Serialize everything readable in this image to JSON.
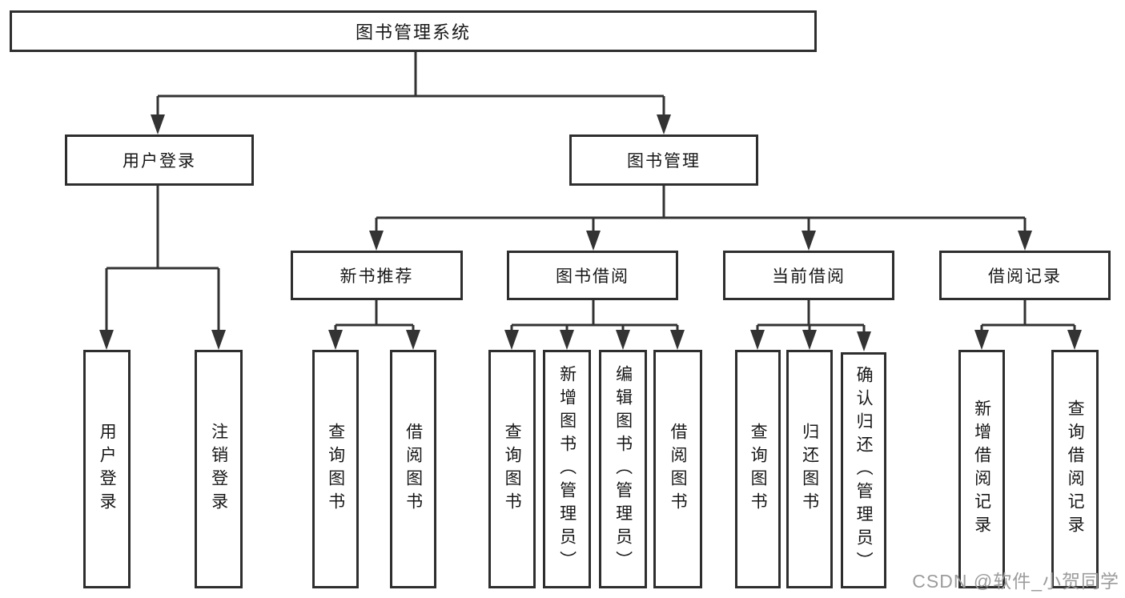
{
  "diagram": {
    "title": "图书管理系统",
    "level2": [
      {
        "label": "用户登录"
      },
      {
        "label": "图书管理"
      }
    ],
    "level3": [
      {
        "label": "新书推荐",
        "parent": "图书管理"
      },
      {
        "label": "图书借阅",
        "parent": "图书管理"
      },
      {
        "label": "当前借阅",
        "parent": "图书管理"
      },
      {
        "label": "借阅记录",
        "parent": "图书管理"
      }
    ],
    "leaves": [
      {
        "label": "用户登录",
        "parent": "用户登录"
      },
      {
        "label": "注销登录",
        "parent": "用户登录"
      },
      {
        "label": "查询图书",
        "parent": "新书推荐"
      },
      {
        "label": "借阅图书",
        "parent": "新书推荐"
      },
      {
        "label": "查询图书",
        "parent": "图书借阅"
      },
      {
        "label": "新增图书（管理员）",
        "parent": "图书借阅"
      },
      {
        "label": "编辑图书（管理员）",
        "parent": "图书借阅"
      },
      {
        "label": "借阅图书",
        "parent": "图书借阅"
      },
      {
        "label": "查询图书",
        "parent": "当前借阅"
      },
      {
        "label": "归还图书",
        "parent": "当前借阅"
      },
      {
        "label": "确认归还（管理员）",
        "parent": "当前借阅"
      },
      {
        "label": "新增借阅记录",
        "parent": "借阅记录"
      },
      {
        "label": "查询借阅记录",
        "parent": "借阅记录"
      }
    ]
  },
  "watermark": {
    "text": "CSDN @软件_小贺同学"
  },
  "colors": {
    "line": "#333333",
    "node_border": "#2e2e2e",
    "text": "#171717",
    "watermark": "#9c9c9c",
    "background": "#ffffff"
  }
}
